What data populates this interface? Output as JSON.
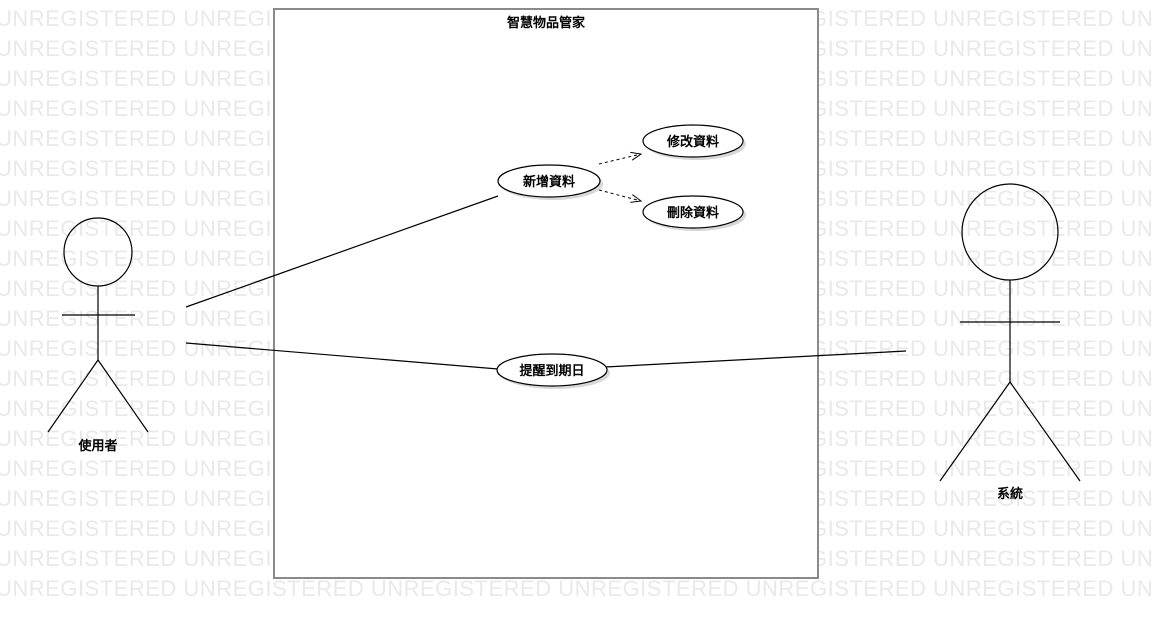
{
  "watermark": {
    "text": "UNREGISTERED"
  },
  "system": {
    "title": "智慧物品管家"
  },
  "actors": [
    {
      "id": "user",
      "label": "使用者"
    },
    {
      "id": "system",
      "label": "系統"
    }
  ],
  "use_cases": [
    {
      "id": "add",
      "label": "新增資料"
    },
    {
      "id": "edit",
      "label": "修改資料"
    },
    {
      "id": "delete",
      "label": "刪除資料"
    },
    {
      "id": "remind",
      "label": "提醒到期日"
    }
  ],
  "relations": [
    {
      "from": "user",
      "to": "add",
      "type": "association"
    },
    {
      "from": "user",
      "to": "remind",
      "type": "association"
    },
    {
      "from": "system",
      "to": "remind",
      "type": "association"
    },
    {
      "from": "add",
      "to": "edit",
      "type": "dependency"
    },
    {
      "from": "add",
      "to": "delete",
      "type": "dependency"
    }
  ],
  "colors": {
    "watermark": "#e9e9e9",
    "boundary": "#8a8a8a",
    "line": "#000000"
  }
}
